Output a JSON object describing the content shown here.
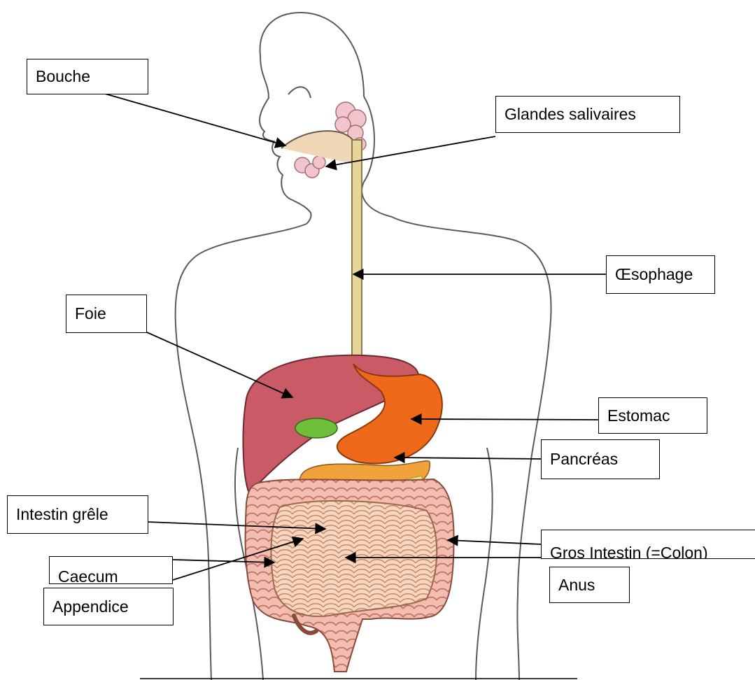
{
  "labels": {
    "bouche": "Bouche",
    "glandes": "Glandes salivaires",
    "oesophage": "Œsophage",
    "foie": "Foie",
    "estomac": "Estomac",
    "pancreas": "Pancréas",
    "intestin_grele": "Intestin grêle",
    "gros_intestin": "Gros Intestin (=Colon)",
    "caecum": "Caecum",
    "appendice": "Appendice",
    "anus": "Anus"
  },
  "colors": {
    "outline": "#555555",
    "esophagus": "#e8d59a",
    "liver": "#c95a66",
    "stomach": "#ee6a1a",
    "pancreas": "#f2a23a",
    "gallbladder": "#6fbf3a",
    "small_intestine": "#f3c8a8",
    "colon": "#e8a89a",
    "salivary": "#f1c5cb"
  }
}
